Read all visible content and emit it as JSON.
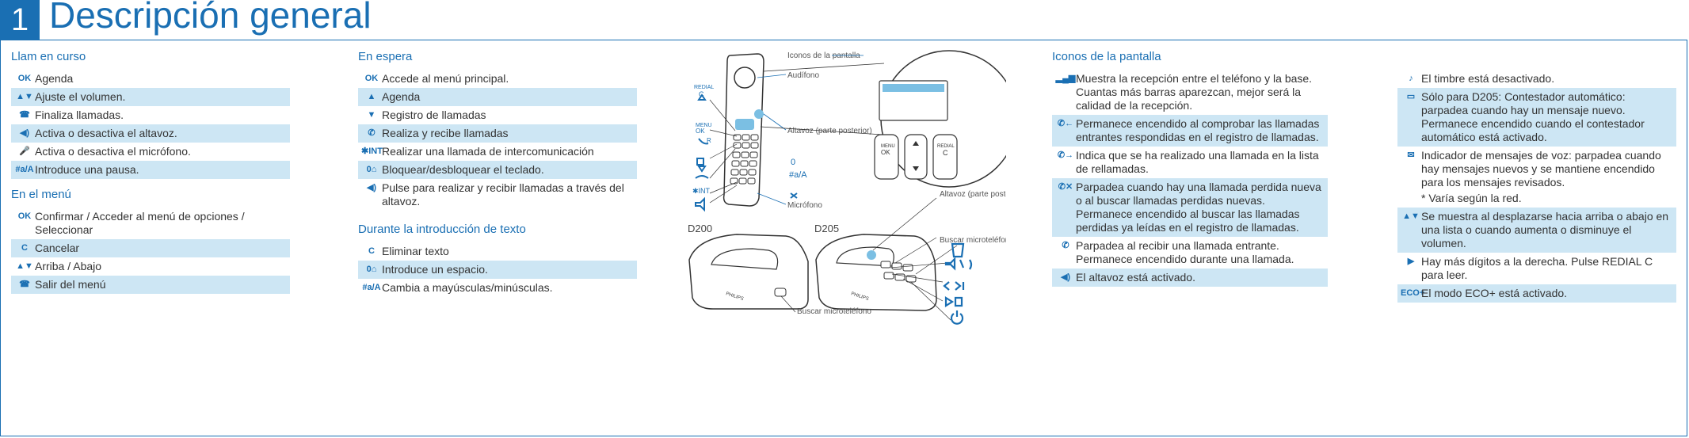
{
  "header": {
    "number": "1",
    "title": "Descripción general"
  },
  "col1": {
    "sec1": "Llam en curso",
    "sec1_items": [
      {
        "icon": "menu-ok-icon",
        "glyph": "OK",
        "text": "Agenda",
        "hl": false
      },
      {
        "icon": "volume-arrows-icon",
        "glyph": "▲▼",
        "text": "Ajuste el volumen.",
        "hl": true
      },
      {
        "icon": "hang-up-icon",
        "glyph": "☎",
        "text": "Finaliza llamadas.",
        "hl": false
      },
      {
        "icon": "speaker-icon",
        "glyph": "◀)",
        "text": "Activa o desactiva el altavoz.",
        "hl": true
      },
      {
        "icon": "microphone-icon",
        "glyph": "🎤",
        "text": "Activa o desactiva el micrófono.",
        "hl": false
      },
      {
        "icon": "hash-a-icon",
        "glyph": "#a/A",
        "text": "Introduce una pausa.",
        "hl": true
      }
    ],
    "sec2": "En el menú",
    "sec2_items": [
      {
        "icon": "menu-ok-icon",
        "glyph": "OK",
        "text": "Confirmar / Acceder al menú de opciones / Seleccionar",
        "hl": false
      },
      {
        "icon": "redial-c-icon",
        "glyph": "C",
        "text": "Cancelar",
        "hl": true
      },
      {
        "icon": "up-down-icon",
        "glyph": "▲▼",
        "text": "Arriba / Abajo",
        "hl": false
      },
      {
        "icon": "hang-up-icon",
        "glyph": "☎",
        "text": "Salir del menú",
        "hl": true
      }
    ]
  },
  "col2": {
    "sec1": "En espera",
    "sec1_items": [
      {
        "icon": "menu-ok-icon",
        "glyph": "OK",
        "text": "Accede al menú principal.",
        "hl": false
      },
      {
        "icon": "phonebook-up-icon",
        "glyph": "▲",
        "text": "Agenda",
        "hl": true
      },
      {
        "icon": "call-log-down-icon",
        "glyph": "▼",
        "text": "Registro de llamadas",
        "hl": false
      },
      {
        "icon": "call-icon",
        "glyph": "✆",
        "text": "Realiza y recibe llamadas",
        "hl": true
      },
      {
        "icon": "star-int-icon",
        "glyph": "✱INT",
        "text": "Realizar una llamada de intercomunicación",
        "hl": false
      },
      {
        "icon": "zero-lock-icon",
        "glyph": "0⌂",
        "text": "Bloquear/desbloquear el teclado.",
        "hl": true
      },
      {
        "icon": "speaker-icon",
        "glyph": "◀)",
        "text": "Pulse para realizar y recibir llamadas a través del altavoz.",
        "hl": false
      }
    ],
    "sec2": "Durante la introducción de texto",
    "sec2_items": [
      {
        "icon": "redial-c-icon",
        "glyph": "C",
        "text": "Eliminar texto",
        "hl": false
      },
      {
        "icon": "zero-lock-icon",
        "glyph": "0⌂",
        "text": "Introduce un espacio.",
        "hl": true
      },
      {
        "icon": "hash-a-icon",
        "glyph": "#a/A",
        "text": "Cambia a mayúsculas/minúsculas.",
        "hl": false
      }
    ]
  },
  "diagram": {
    "labels": {
      "screen_icons": "Iconos de la pantalla",
      "earpiece": "Audífono",
      "speaker_back": "Altavoz (parte posterior)",
      "microphone": "Micrófono",
      "d200": "D200",
      "d205": "D205",
      "find_handset_1": "Buscar microteléfono",
      "find_handset_2": "Buscar microteléfono",
      "speaker_back_2": "Altavoz (parte posterior)",
      "brand": "PHILIPS",
      "redial": "REDIAL",
      "menu": "MENU",
      "ok": "OK",
      "c": "C",
      "r": "R",
      "int": "✱INT",
      "hash": "#a/A"
    }
  },
  "col3": {
    "sec1": "Iconos de la pantalla",
    "items": [
      {
        "icon": "signal-bars-icon",
        "glyph": "▂▄▆",
        "text": "Muestra la recepción entre el teléfono y la base. Cuantas más barras aparezcan, mejor será la calidad de la recepción.",
        "hl": false
      },
      {
        "icon": "incoming-answered-icon",
        "glyph": "✆←",
        "text": "Permanece encendido al comprobar las llamadas entrantes respondidas en el registro de llamadas.",
        "hl": true
      },
      {
        "icon": "outgoing-call-icon",
        "glyph": "✆→",
        "text": "Indica que se ha realizado una llamada en la lista de rellamadas.",
        "hl": false
      },
      {
        "icon": "missed-call-icon",
        "glyph": "✆✕",
        "text": "Parpadea cuando hay una llamada perdida nueva o al buscar llamadas perdidas nuevas. Permanece encendido al buscar las llamadas perdidas ya leídas en el registro de llamadas.",
        "hl": true
      },
      {
        "icon": "ringing-icon",
        "glyph": "✆",
        "text": "Parpadea al recibir una llamada entrante. Permanece encendido durante una llamada.",
        "hl": false
      },
      {
        "icon": "speaker-on-icon",
        "glyph": "◀)",
        "text": "El altavoz está activado.",
        "hl": true
      }
    ]
  },
  "col4": {
    "items": [
      {
        "icon": "ringer-off-icon",
        "glyph": "♪",
        "text": "El timbre está desactivado.",
        "hl": false
      },
      {
        "icon": "answering-machine-icon",
        "glyph": "▭",
        "text": "Sólo para D205: Contestador automático: parpadea cuando hay un mensaje nuevo. Permanece encendido cuando el contestador automático está activado.",
        "hl": true
      },
      {
        "icon": "voicemail-envelope-icon",
        "glyph": "✉",
        "text": "Indicador de mensajes de voz: parpadea cuando hay mensajes nuevos y se mantiene encendido para los mensajes revisados.",
        "hl": false
      },
      {
        "icon": "up-down-scroll-icon",
        "glyph": "▲▼",
        "text": "Se muestra al desplazarse hacia arriba o abajo en una lista o cuando aumenta o disminuye el volumen.",
        "hl": true
      },
      {
        "icon": "more-digits-icon",
        "glyph": "▶",
        "text": "Hay más dígitos a la derecha. Pulse REDIAL C para leer.",
        "hl": false
      },
      {
        "icon": "eco-plus-icon",
        "glyph": "ECO+",
        "text": "El modo ECO+ está activado.",
        "hl": true
      }
    ],
    "note": "* Varía según la red."
  }
}
